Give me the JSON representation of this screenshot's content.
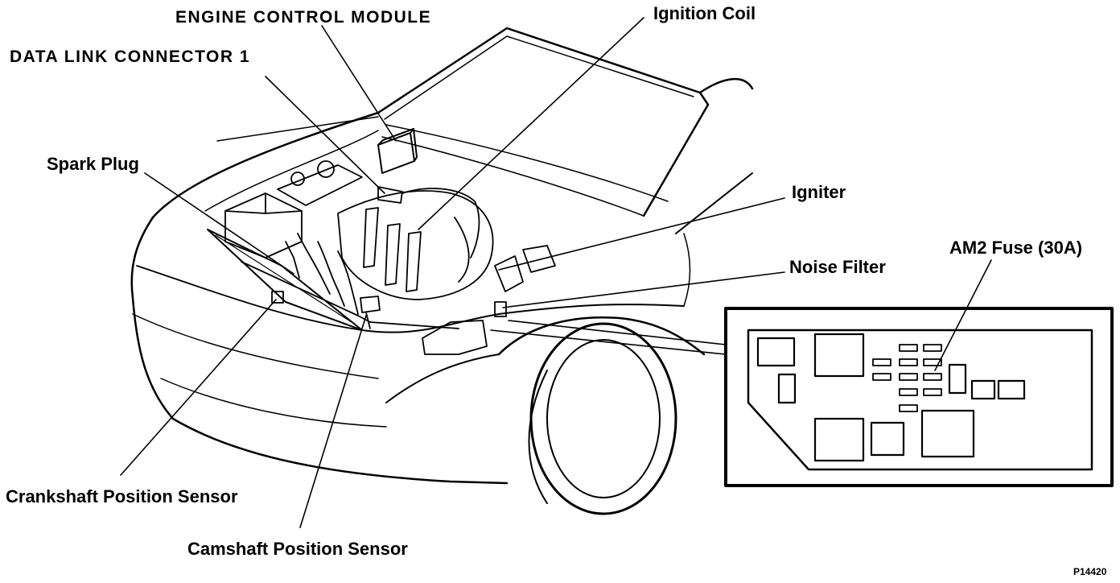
{
  "labels": {
    "engine_control_module": "ENGINE CONTROL MODULE",
    "data_link_connector": "DATA LINK CONNECTOR 1",
    "ignition_coil": "Ignition Coil",
    "spark_plug": "Spark Plug",
    "igniter": "Igniter",
    "am2_fuse": "AM2 Fuse (30A)",
    "noise_filter": "Noise Filter",
    "crankshaft_sensor": "Crankshaft Position Sensor",
    "camshaft_sensor": "Camshaft Position Sensor"
  },
  "figure_ref": "P14420",
  "colors": {
    "ink": "#000000",
    "paper": "#ffffff"
  }
}
